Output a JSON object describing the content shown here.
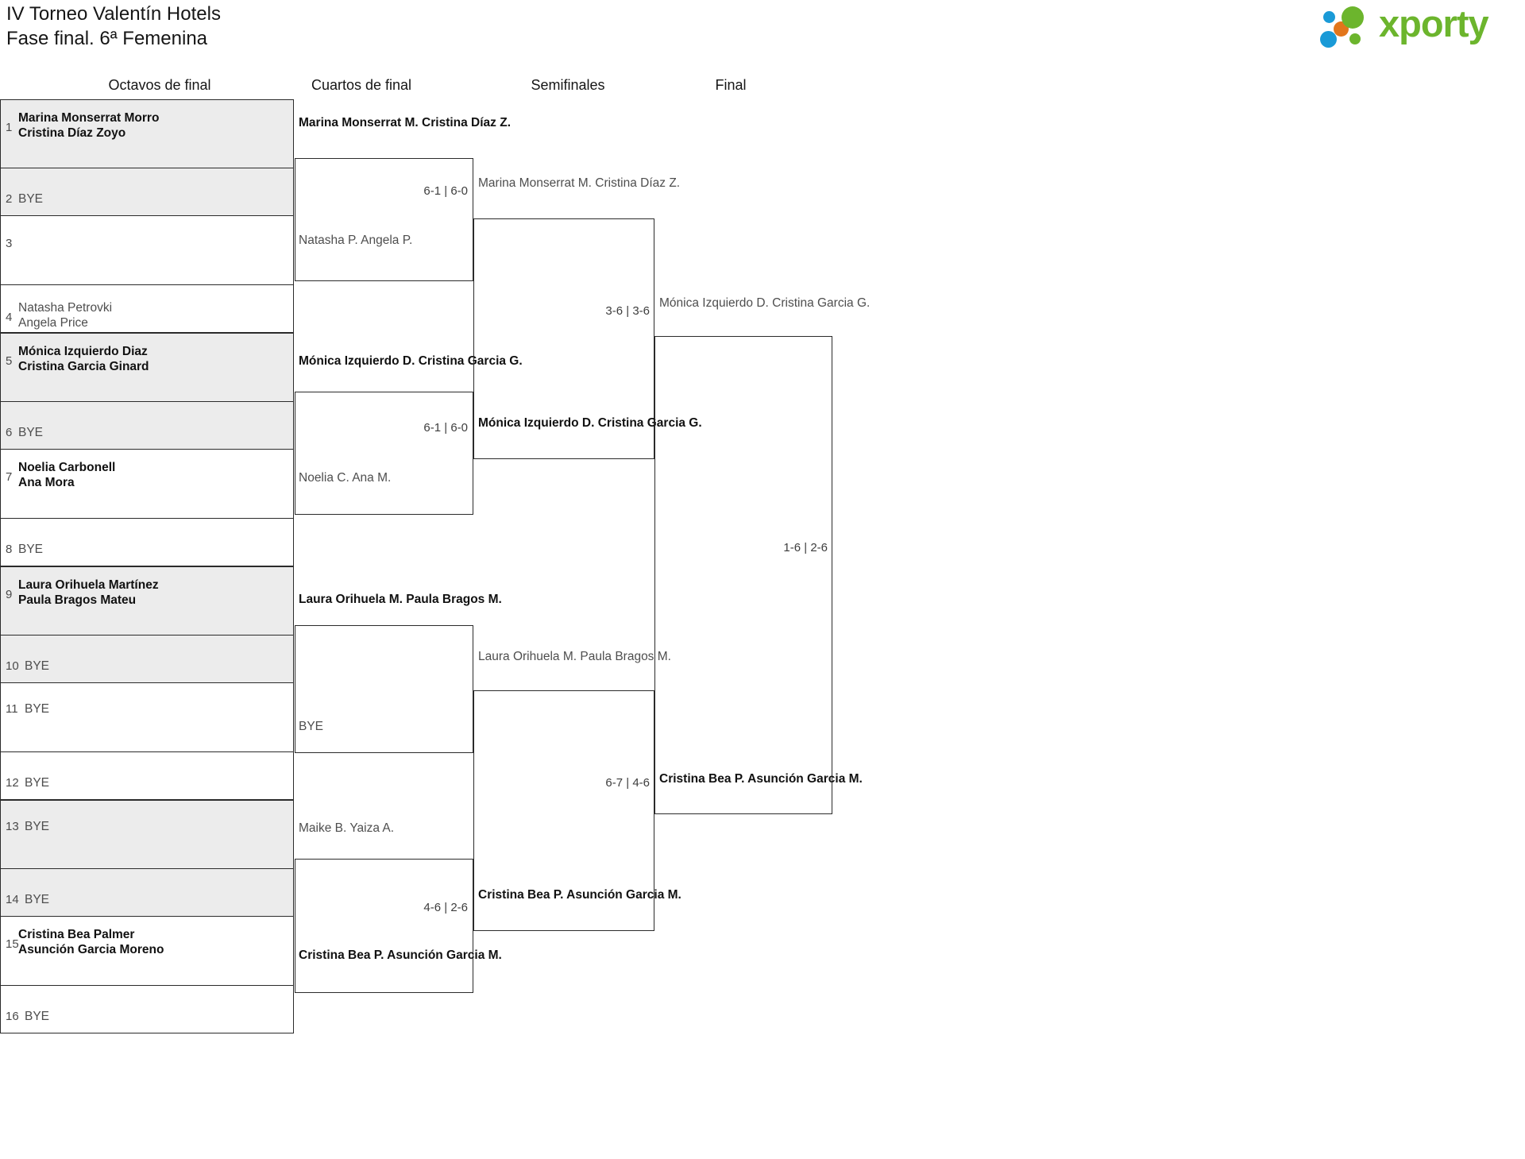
{
  "header": {
    "title_line1": "IV Torneo Valentín Hotels",
    "title_line2": "Fase final. 6ª Femenina",
    "logo_text": "xporty",
    "logo_colors": {
      "green": "#6cb52d",
      "blue": "#1a9ad7",
      "orange": "#e2761b"
    }
  },
  "rounds": [
    {
      "label": "Octavos de final"
    },
    {
      "label": "Cuartos de final"
    },
    {
      "label": "Semifinales"
    },
    {
      "label": "Final"
    }
  ],
  "round1": {
    "entries": [
      {
        "seed": "1",
        "line1": "Marina Monserrat Morro",
        "line2": "Cristina Díaz Zoyo",
        "state": "win"
      },
      {
        "seed": "2",
        "line1": "BYE",
        "line2": "",
        "state": "lose"
      },
      {
        "seed": "3",
        "line1": "",
        "line2": "",
        "state": "lose"
      },
      {
        "seed": "4",
        "line1": "Natasha Petrovki",
        "line2": "Angela Price",
        "state": "lose"
      },
      {
        "seed": "5",
        "line1": "Mónica Izquierdo Diaz",
        "line2": "Cristina Garcia Ginard",
        "state": "win"
      },
      {
        "seed": "6",
        "line1": "BYE",
        "line2": "",
        "state": "lose"
      },
      {
        "seed": "7",
        "line1": "Noelia Carbonell",
        "line2": "Ana Mora",
        "state": "win"
      },
      {
        "seed": "8",
        "line1": "BYE",
        "line2": "",
        "state": "lose"
      },
      {
        "seed": "9",
        "line1": "Laura Orihuela Martínez",
        "line2": "Paula Bragos Mateu",
        "state": "win"
      },
      {
        "seed": "10",
        "line1": "BYE",
        "line2": "",
        "state": "lose"
      },
      {
        "seed": "11",
        "line1": "BYE",
        "line2": "",
        "state": "lose"
      },
      {
        "seed": "12",
        "line1": "BYE",
        "line2": "",
        "state": "lose"
      },
      {
        "seed": "13",
        "line1": "BYE",
        "line2": "",
        "state": "lose"
      },
      {
        "seed": "14",
        "line1": "BYE",
        "line2": "",
        "state": "lose"
      },
      {
        "seed": "15",
        "line1": "Cristina Bea Palmer",
        "line2": "Asunción Garcia Moreno",
        "state": "win"
      },
      {
        "seed": "16",
        "line1": "BYE",
        "line2": "",
        "state": "lose"
      }
    ]
  },
  "quarterfinals": [
    {
      "top": {
        "line1": "Marina Monserrat M.",
        "line2": "Cristina Díaz Z.",
        "state": "win"
      },
      "score": "6-1 | 6-0",
      "bottom": {
        "line1": "Natasha P.",
        "line2": "Angela P.",
        "state": "lose"
      }
    },
    {
      "top": {
        "line1": "Mónica Izquierdo D.",
        "line2": "Cristina Garcia G.",
        "state": "win"
      },
      "score": "6-1 | 6-0",
      "bottom": {
        "line1": "Noelia C.",
        "line2": "Ana M.",
        "state": "lose"
      }
    },
    {
      "top": {
        "line1": "Laura Orihuela M.",
        "line2": "Paula Bragos M.",
        "state": "win"
      },
      "score": "",
      "bottom": {
        "line1": "BYE",
        "line2": "",
        "state": "lose"
      }
    },
    {
      "top": {
        "line1": "Maike B.",
        "line2": "Yaiza A.",
        "state": "lose"
      },
      "score": "4-6 | 2-6",
      "bottom": {
        "line1": "Cristina Bea P.",
        "line2": "Asunción Garcia M.",
        "state": "win"
      }
    }
  ],
  "semifinals": [
    {
      "top": {
        "line1": "Marina Monserrat M.",
        "line2": "Cristina Díaz Z.",
        "state": "lose"
      },
      "score": "3-6 | 3-6",
      "bottom": {
        "line1": "Mónica Izquierdo D.",
        "line2": "Cristina Garcia G.",
        "state": "win"
      }
    },
    {
      "top": {
        "line1": "Laura Orihuela M.",
        "line2": "Paula Bragos M.",
        "state": "lose"
      },
      "score": "6-7 | 4-6",
      "bottom": {
        "line1": "Cristina Bea P.",
        "line2": "Asunción Garcia M.",
        "state": "win"
      }
    }
  ],
  "final": {
    "top": {
      "line1": "Mónica Izquierdo D.",
      "line2": "Cristina Garcia G.",
      "state": "lose"
    },
    "score": "1-6 | 2-6",
    "bottom": {
      "line1": "Cristina Bea P.",
      "line2": "Asunción Garcia M.",
      "state": "win"
    }
  }
}
